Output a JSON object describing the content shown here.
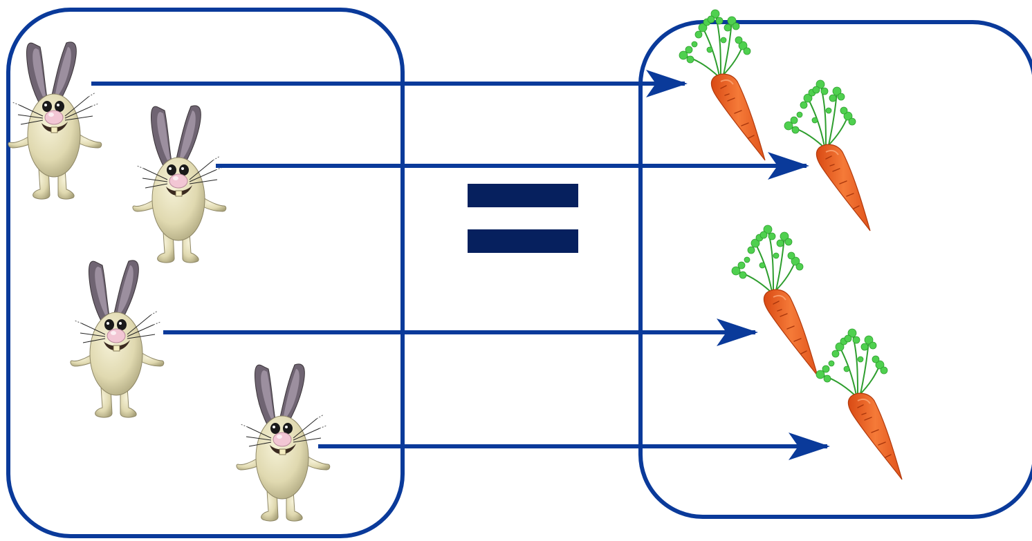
{
  "diagram": {
    "relation": "equal",
    "colors": {
      "set_border": "#0a3a9a",
      "arrow": "#0a3a9a",
      "equals_sign": "#06205e",
      "rabbit_body": "#e2dcb5",
      "rabbit_ear_inner": "#8a7c8c",
      "rabbit_nose": "#f2c6d4",
      "carrot_body": "#f0662a",
      "carrot_leaves": "#3cc43c"
    },
    "left_set": {
      "items": [
        {
          "icon": "rabbit-icon"
        },
        {
          "icon": "rabbit-icon"
        },
        {
          "icon": "rabbit-icon"
        },
        {
          "icon": "rabbit-icon"
        }
      ]
    },
    "right_set": {
      "items": [
        {
          "icon": "carrot-icon"
        },
        {
          "icon": "carrot-icon"
        },
        {
          "icon": "carrot-icon"
        },
        {
          "icon": "carrot-icon"
        }
      ]
    },
    "mappings": [
      {
        "from": 0,
        "to": 0
      },
      {
        "from": 1,
        "to": 1
      },
      {
        "from": 2,
        "to": 2
      },
      {
        "from": 3,
        "to": 3
      }
    ]
  }
}
